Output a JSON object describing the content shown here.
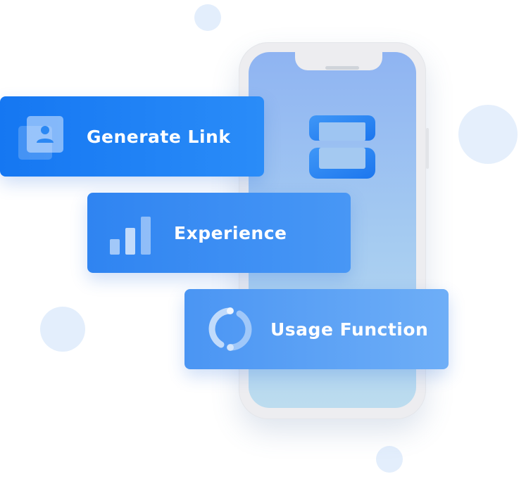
{
  "cards": [
    {
      "label": "Generate Link",
      "icon": "user-card-icon"
    },
    {
      "label": "Experience",
      "icon": "signal-bars-icon"
    },
    {
      "label": "Usage Function",
      "icon": "refresh-icon"
    }
  ],
  "colors": {
    "card_primary": "#1a80f5",
    "card_secondary": "#3d8ff2",
    "card_tertiary": "#5ea3f6",
    "decor_dot": "#e3eefc",
    "scan_icon": "#2a86f4"
  }
}
